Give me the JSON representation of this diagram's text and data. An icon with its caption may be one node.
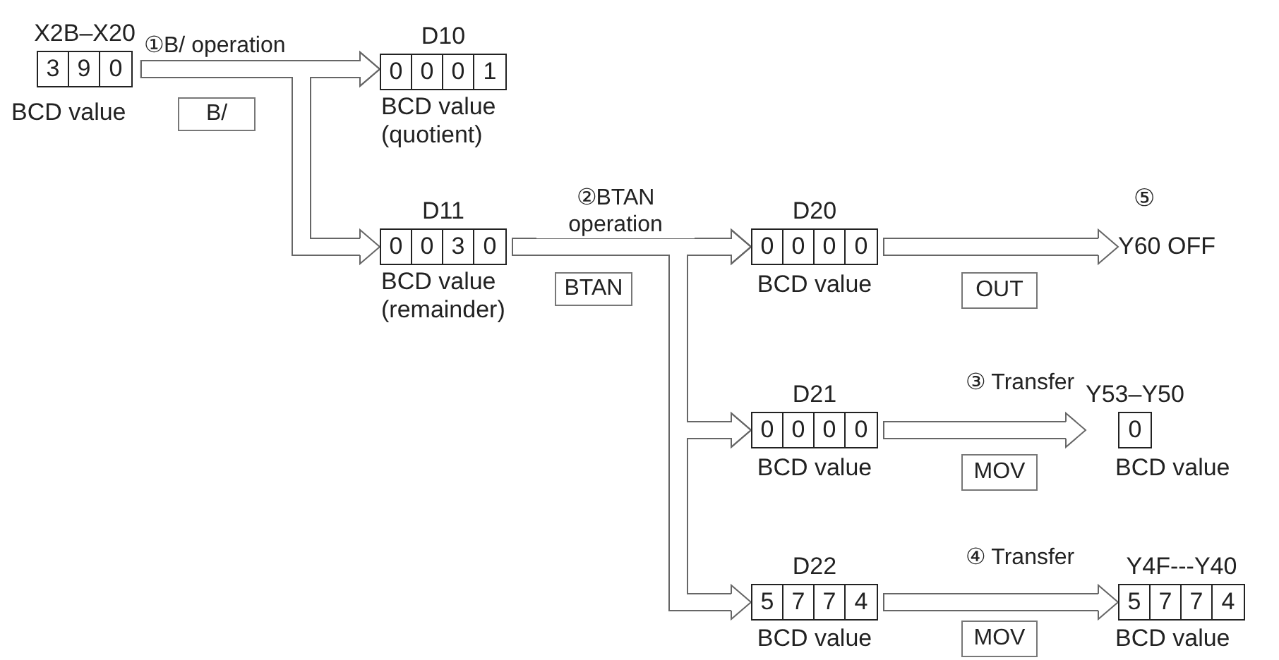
{
  "diagram": {
    "nodes": [
      {
        "text": [
          "X2B–X20",
          "3",
          "9",
          "0"
        ],
        "beside": [
          "BCD value"
        ]
      },
      {
        "text": [
          "B/"
        ]
      },
      {
        "text": [
          "D10",
          "0",
          "0",
          "0",
          "1"
        ],
        "beside": [
          "BCD value (quotient)"
        ]
      },
      {
        "text": [
          "D11",
          "0",
          "0",
          "3",
          "0"
        ],
        "beside": [
          "BCD value (remainder)"
        ]
      },
      {
        "text": [
          "BTAN"
        ]
      },
      {
        "text": [
          "D20",
          "0",
          "0",
          "0",
          "0"
        ],
        "beside": [
          "BCD value"
        ]
      },
      {
        "text": [
          "OUT"
        ]
      },
      {
        "text": [
          "Y60 OFF"
        ],
        "beside": [
          "⑤"
        ]
      },
      {
        "text": [
          "D21",
          "0",
          "0",
          "0",
          "0"
        ],
        "beside": [
          "BCD value"
        ]
      },
      {
        "text": [
          "MOV"
        ]
      },
      {
        "text": [
          "Y53–Y50",
          "0"
        ],
        "beside": [
          "BCD value"
        ]
      },
      {
        "text": [
          "D22",
          "5",
          "7",
          "7",
          "4"
        ],
        "beside": [
          "BCD value"
        ]
      },
      {
        "text": [
          "MOV"
        ]
      },
      {
        "text": [
          "Y4F---Y40",
          "5",
          "7",
          "7",
          "4"
        ],
        "beside": [
          "BCD value"
        ]
      }
    ],
    "edges": [
      {
        "from": 0,
        "to": 2,
        "arrow": "to",
        "label": "①B/ operation"
      },
      {
        "from": 0,
        "to": 3,
        "arrow": "to"
      },
      {
        "from": 3,
        "to": 5,
        "arrow": "to",
        "label": "②BTAN operation"
      },
      {
        "from": 3,
        "to": 8,
        "arrow": "to"
      },
      {
        "from": 3,
        "to": 11,
        "arrow": "to"
      },
      {
        "from": 5,
        "to": 7,
        "arrow": "to"
      },
      {
        "from": 8,
        "to": 10,
        "arrow": "to",
        "label": "③ Transfer"
      },
      {
        "from": 11,
        "to": 13,
        "arrow": "to",
        "label": "④ Transfer"
      }
    ]
  }
}
